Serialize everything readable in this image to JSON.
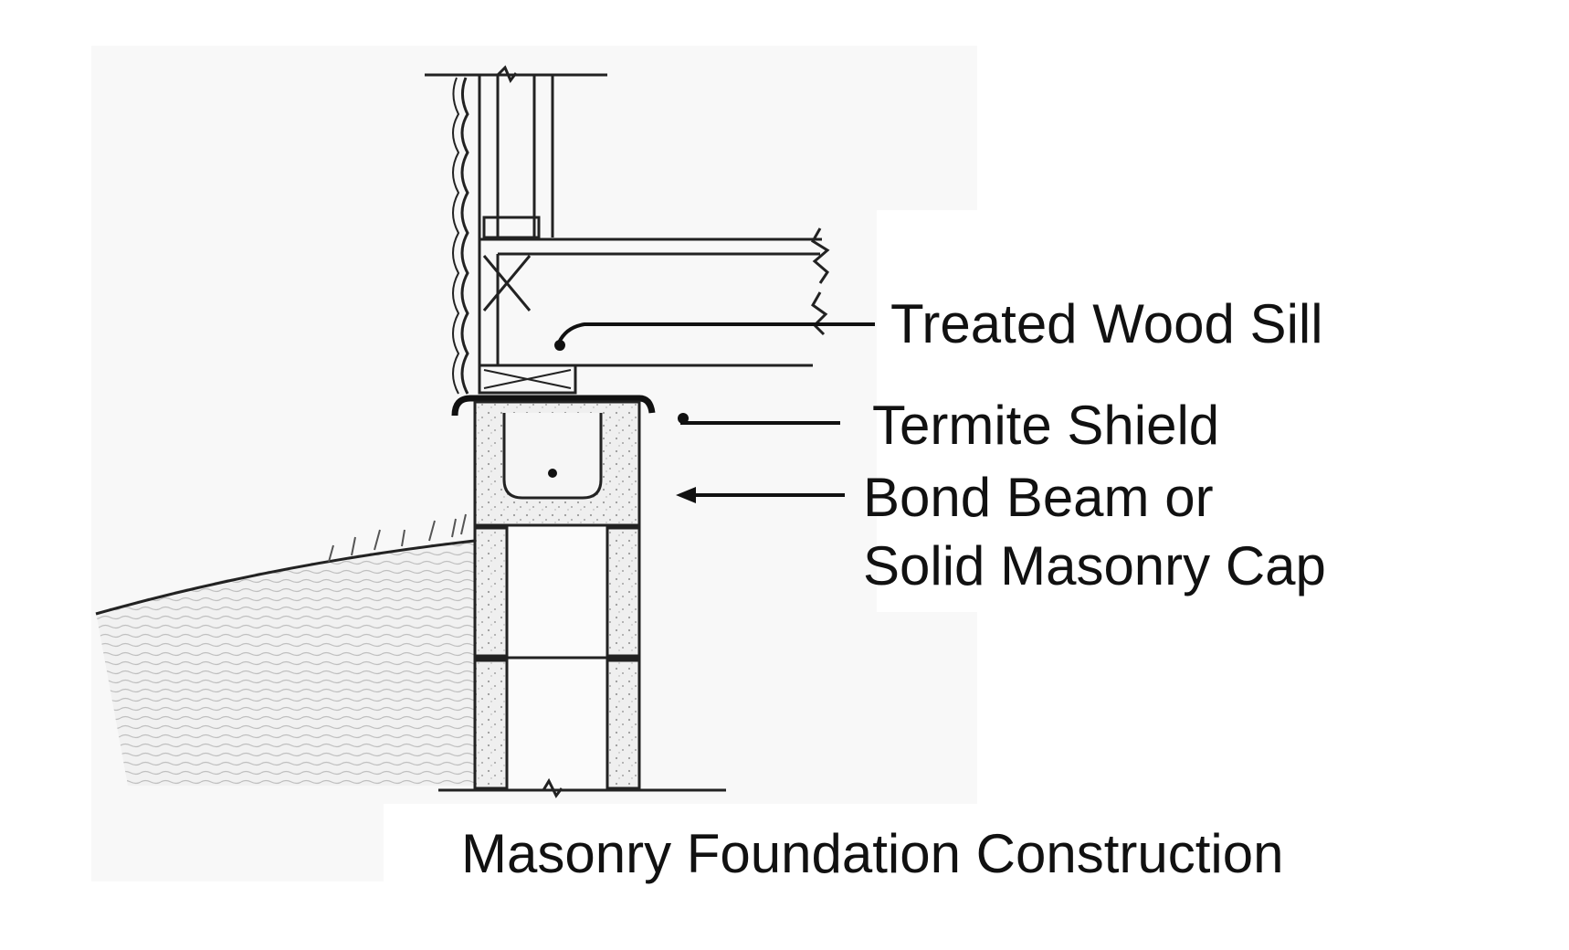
{
  "labels": {
    "treated_wood_sill": "Treated Wood Sill",
    "termite_shield": "Termite Shield",
    "bond_beam_line1": "Bond Beam or",
    "bond_beam_line2": "Solid Masonry Cap"
  },
  "caption": "Masonry Foundation Construction",
  "colors": {
    "background": "#ffffff",
    "sketch_backdrop": "#f7f7f7",
    "ink": "#111111",
    "concrete": "#e8e8e8",
    "soil": "#dcdcdc"
  }
}
